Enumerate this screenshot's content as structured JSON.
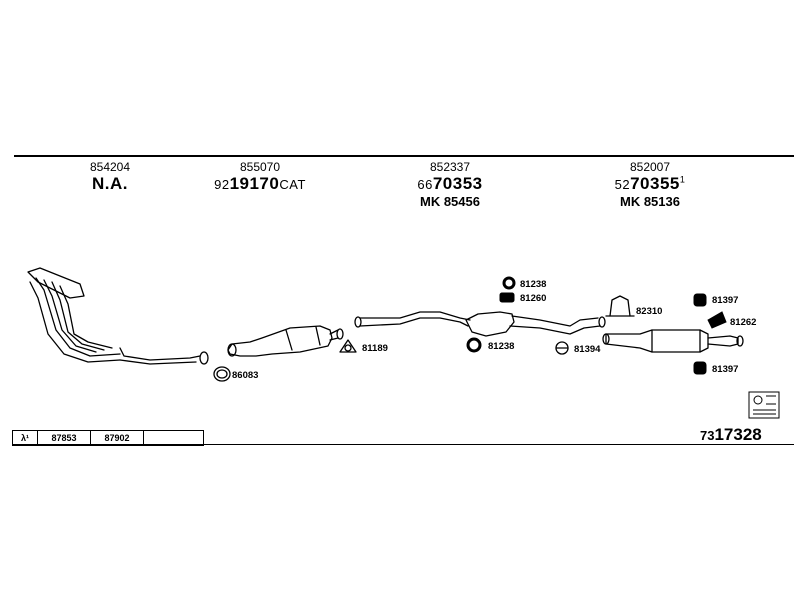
{
  "columns": [
    {
      "ref": "854204",
      "main": "N.A.",
      "prefix": "",
      "suffix": "",
      "mk": ""
    },
    {
      "ref": "855070",
      "main": "19170",
      "prefix": "92",
      "suffix": "CAT",
      "mk": ""
    },
    {
      "ref": "852337",
      "main": "70353",
      "prefix": "66",
      "suffix": "",
      "mk": "MK  85456"
    },
    {
      "ref": "852007",
      "main": "70355",
      "prefix": "52",
      "suffix": "1",
      "mk": "MK  85136"
    }
  ],
  "parts": {
    "p86083": "86083",
    "p81189": "81189",
    "p81238a": "81238",
    "p81260": "81260",
    "p81238b": "81238",
    "p81394": "81394",
    "p82310": "82310",
    "p81397a": "81397",
    "p81262": "81262",
    "p81397b": "81397"
  },
  "strip": {
    "lambda": "λ¹",
    "cell1": "87853",
    "cell2": "87902",
    "cell3": ""
  },
  "total": {
    "prefix": "73",
    "main": "17328"
  }
}
